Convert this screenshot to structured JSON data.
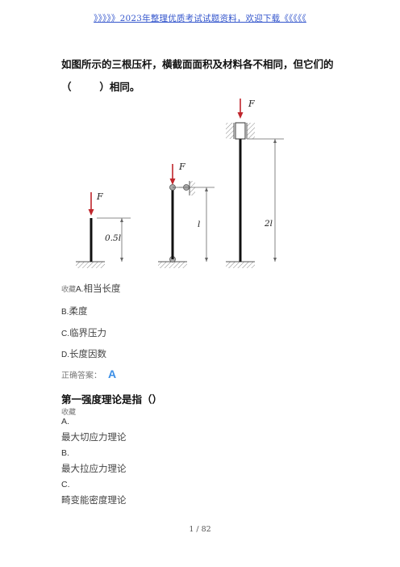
{
  "header": {
    "banner": "》》》》》2023年整理优质考试试题资料，欢迎下载《《《《《"
  },
  "question1": {
    "line1": "如图所示的三根压杆，横截面面积及材料各不相同，但它们的",
    "line2": "（        ）相同。",
    "figure": {
      "force_label": "F",
      "labels": [
        "0.5l",
        "l",
        "2l"
      ]
    },
    "favorite_label": "收藏",
    "options": [
      {
        "letter": "A.",
        "text": "相当长度"
      },
      {
        "letter": "B.",
        "text": "柔度"
      },
      {
        "letter": "C.",
        "text": "临界压力"
      },
      {
        "letter": "D.",
        "text": "长度因数"
      }
    ],
    "answer_label": "正确答案：",
    "answer": "A"
  },
  "question2": {
    "title": "第一强度理论是指（）",
    "favorite_label": "收藏",
    "options": [
      {
        "letter": "A.",
        "text": "最大切应力理论"
      },
      {
        "letter": "B.",
        "text": "最大拉应力理论"
      },
      {
        "letter": "C.",
        "text": "畸变能密度理论"
      }
    ]
  },
  "footer": {
    "page": "1  /  82"
  }
}
